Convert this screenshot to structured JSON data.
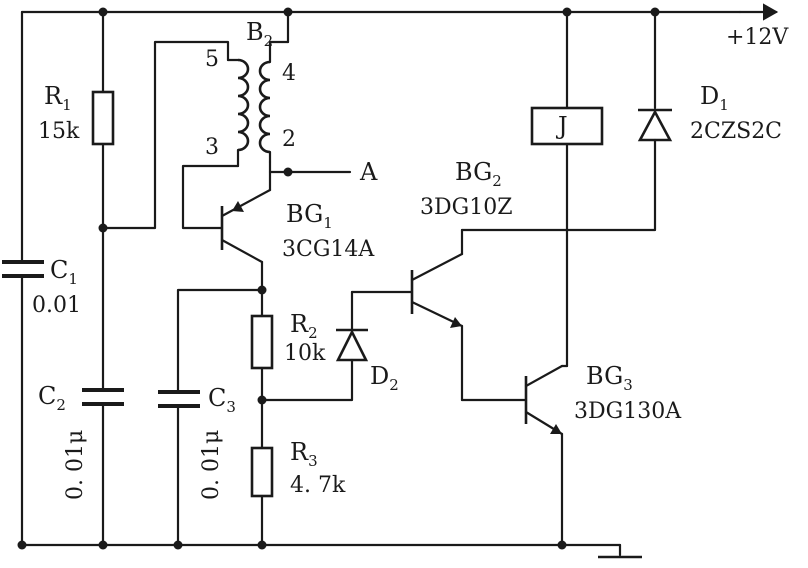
{
  "supply": {
    "label": "+12V"
  },
  "ground": {
    "icon": "ground-symbol-icon"
  },
  "components": {
    "R1": {
      "ref": "R",
      "sub": "1",
      "value": "15k"
    },
    "R2": {
      "ref": "R",
      "sub": "2",
      "value": "10k"
    },
    "R3": {
      "ref": "R",
      "sub": "3",
      "value": "4. 7k"
    },
    "C1": {
      "ref": "C",
      "sub": "1",
      "value": "0.01"
    },
    "C2": {
      "ref": "C",
      "sub": "2",
      "value": "0. 01μ"
    },
    "C3": {
      "ref": "C",
      "sub": "3",
      "value": "0. 01μ"
    },
    "B2": {
      "ref": "B",
      "sub": "2",
      "pins": [
        "5",
        "4",
        "3",
        "2"
      ]
    },
    "BG1": {
      "ref": "BG",
      "sub": "1",
      "value": "3CG14A"
    },
    "BG2": {
      "ref": "BG",
      "sub": "2",
      "value": "3DG10Z"
    },
    "BG3": {
      "ref": "BG",
      "sub": "3",
      "value": "3DG130A"
    },
    "D1": {
      "ref": "D",
      "sub": "1",
      "value": "2CZS2C"
    },
    "D2": {
      "ref": "D",
      "sub": "2"
    },
    "J": {
      "ref": "J"
    }
  },
  "nodes": {
    "A": "A"
  }
}
